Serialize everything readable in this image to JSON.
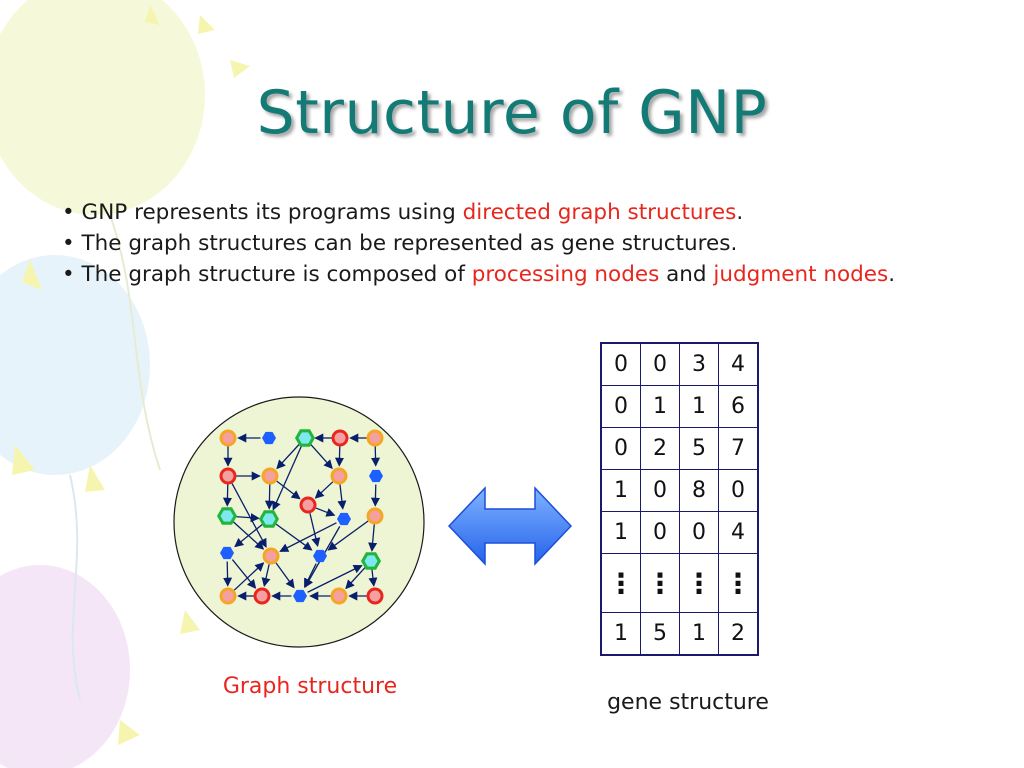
{
  "slide": {
    "title": "Structure of GNP",
    "bullets": [
      {
        "bullet": "•",
        "pre": "GNP represents its programs using ",
        "hl1": "directed graph structures",
        "post": "."
      },
      {
        "bullet": "•",
        "pre": "The graph structures can be represented as gene structures.",
        "hl1": "",
        "mid": "",
        "hl2": "",
        "post": ""
      },
      {
        "bullet": "•",
        "pre": "The graph structure is composed of ",
        "hl1": "processing nodes",
        "mid": " and ",
        "hl2": "judgment nodes",
        "post": "."
      }
    ],
    "graph_caption": "Graph structure",
    "gene_caption": "gene structure"
  },
  "gene_table": {
    "rows": [
      [
        "0",
        "0",
        "3",
        "4"
      ],
      [
        "0",
        "1",
        "1",
        "6"
      ],
      [
        "0",
        "2",
        "5",
        "7"
      ],
      [
        "1",
        "0",
        "8",
        "0"
      ],
      [
        "1",
        "0",
        "0",
        "4"
      ],
      [
        "⋮",
        "⋮",
        "⋮",
        "⋮"
      ],
      [
        "1",
        "5",
        "1",
        "2"
      ]
    ]
  },
  "graph": {
    "node_kinds": [
      "processing-node",
      "judgment-node",
      "start-node"
    ],
    "colors": {
      "processing_fill": "#f4a0a0",
      "processing_ring": "#e8261d",
      "processing_ring_alt": "#f5a623",
      "judgment_fill": "#1e5fff",
      "start_fill": "#7ee8f0",
      "start_ring": "#22b53c",
      "edge": "#0a1f6b",
      "circle_fill": "#eef5d4",
      "double_arrow": "#3b82f6"
    }
  }
}
